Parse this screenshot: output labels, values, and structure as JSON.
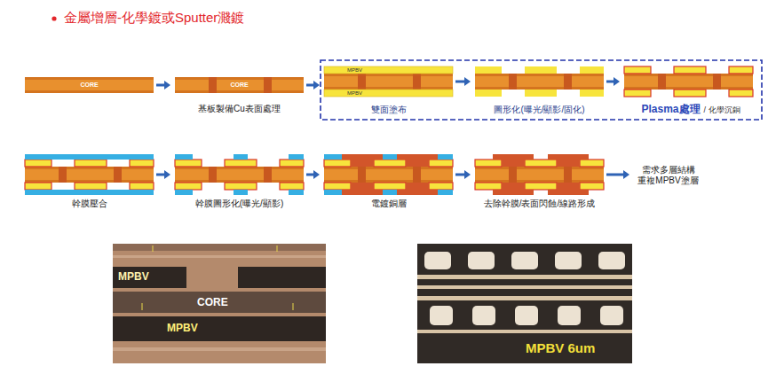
{
  "diagram": {
    "title": "金屬增層-化學鍍或Sputter濺鍍",
    "nodes": [
      {
        "text": [
          "CORE"
        ]
      },
      {
        "text": [
          "CORE",
          "基板製備Cu表面處理"
        ]
      },
      {
        "text": [
          "MPBV",
          "MPBV",
          "雙面塗布"
        ]
      },
      {
        "text": [
          "圖形化(曝光/顯影/固化)"
        ]
      },
      {
        "text": [
          "Plasma處理",
          "/ 化學沉銅"
        ]
      },
      {
        "text": [
          "幹膜壓合"
        ]
      },
      {
        "text": [
          "幹膜圖形化(曝光/顯影)"
        ]
      },
      {
        "text": [
          "電鍍銅層"
        ]
      },
      {
        "text": [
          "去除幹膜/表面閃蝕/線路形成"
        ]
      },
      {
        "text": [
          "需求多層結構 重複MPBV塗層"
        ]
      }
    ],
    "edges": [
      {
        "from": 0,
        "to": 1,
        "arrow": "to"
      },
      {
        "from": 1,
        "to": 2,
        "arrow": "to"
      },
      {
        "from": 2,
        "to": 3,
        "arrow": "to"
      },
      {
        "from": 3,
        "to": 4,
        "arrow": "to"
      },
      {
        "from": 5,
        "to": 6,
        "arrow": "to"
      },
      {
        "from": 6,
        "to": 7,
        "arrow": "to"
      },
      {
        "from": 7,
        "to": 8,
        "arrow": "to"
      },
      {
        "from": 8,
        "to": 9,
        "arrow": "to"
      }
    ],
    "labels": [
      "MPBV",
      "CORE",
      "MPBV",
      "MPBV 6um"
    ]
  }
}
